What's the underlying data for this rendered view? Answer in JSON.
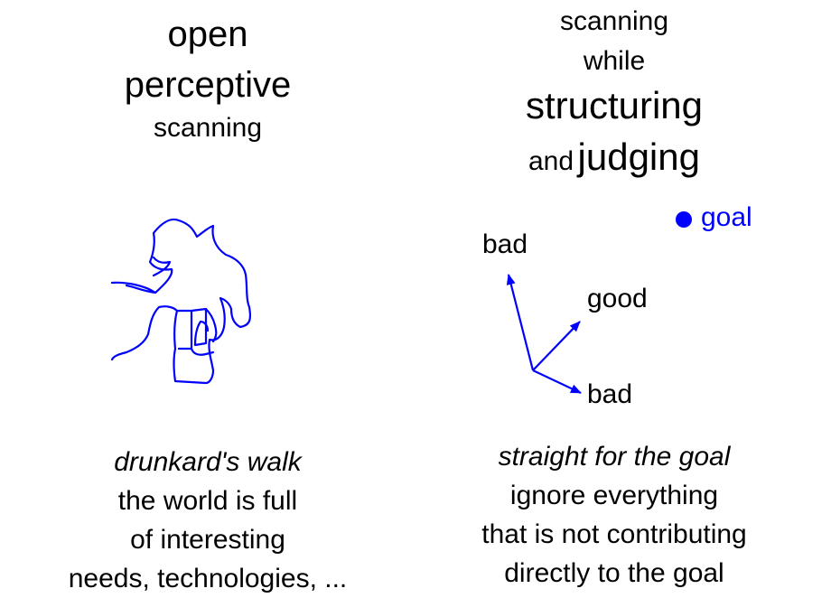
{
  "left": {
    "title_line1": "open",
    "title_line2": "perceptive",
    "title_line3": "scanning",
    "caption_italic": "drunkard's walk",
    "caption_lines": [
      "the world is full",
      "of interesting",
      "needs, technologies, ..."
    ]
  },
  "right": {
    "title_line1": "scanning",
    "title_line2": "while",
    "title_line3": "structuring",
    "title_and": "and",
    "title_judging": "judging",
    "goal_label": "goal",
    "arrow_labels": {
      "bad_top": "bad",
      "good": "good",
      "bad_bottom": "bad"
    },
    "caption_italic": "straight for the goal",
    "caption_lines": [
      "ignore everything",
      "that is not contributing",
      "directly to the goal"
    ]
  },
  "colors": {
    "accent": "#0000ff",
    "text": "#000000",
    "background": "#ffffff"
  }
}
